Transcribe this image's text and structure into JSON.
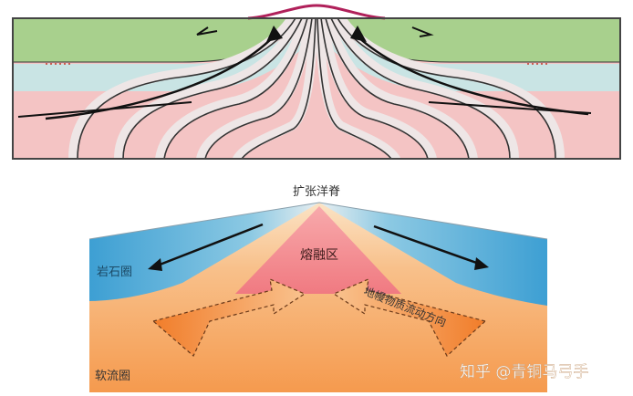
{
  "labels": {
    "ridge": "扩张洋脊",
    "lithosphere": "岩石圈",
    "melt_zone": "熔融区",
    "asthenosphere": "软流圈",
    "flow_direction": "地幔物质流动方向",
    "watermark": "知乎 @青铜马弓手"
  },
  "colors": {
    "green_layer": "#a8d08d",
    "teal_layer": "#c9e4e4",
    "pink_layer": "#f4c4c4",
    "frame": "#444444",
    "ridge_crest": "#b0205a",
    "lithosphere_blue": "#4aa6d6",
    "asthenosphere_orange": "#f6a35c",
    "melt_pink": "#f07c8a"
  }
}
